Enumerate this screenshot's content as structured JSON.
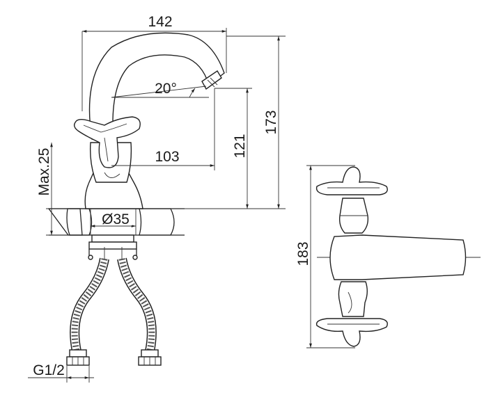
{
  "dimensions": {
    "overall_reach": "142",
    "spout_angle": "20°",
    "height_total": "173",
    "height_spout": "121",
    "spout_reach": "103",
    "max_thickness": "Max.25",
    "hole_diameter": "Ø35",
    "thread": "G1/2",
    "handle_span": "183"
  },
  "colors": {
    "line": "#222222",
    "hatch": "#444444",
    "background": "#ffffff"
  }
}
